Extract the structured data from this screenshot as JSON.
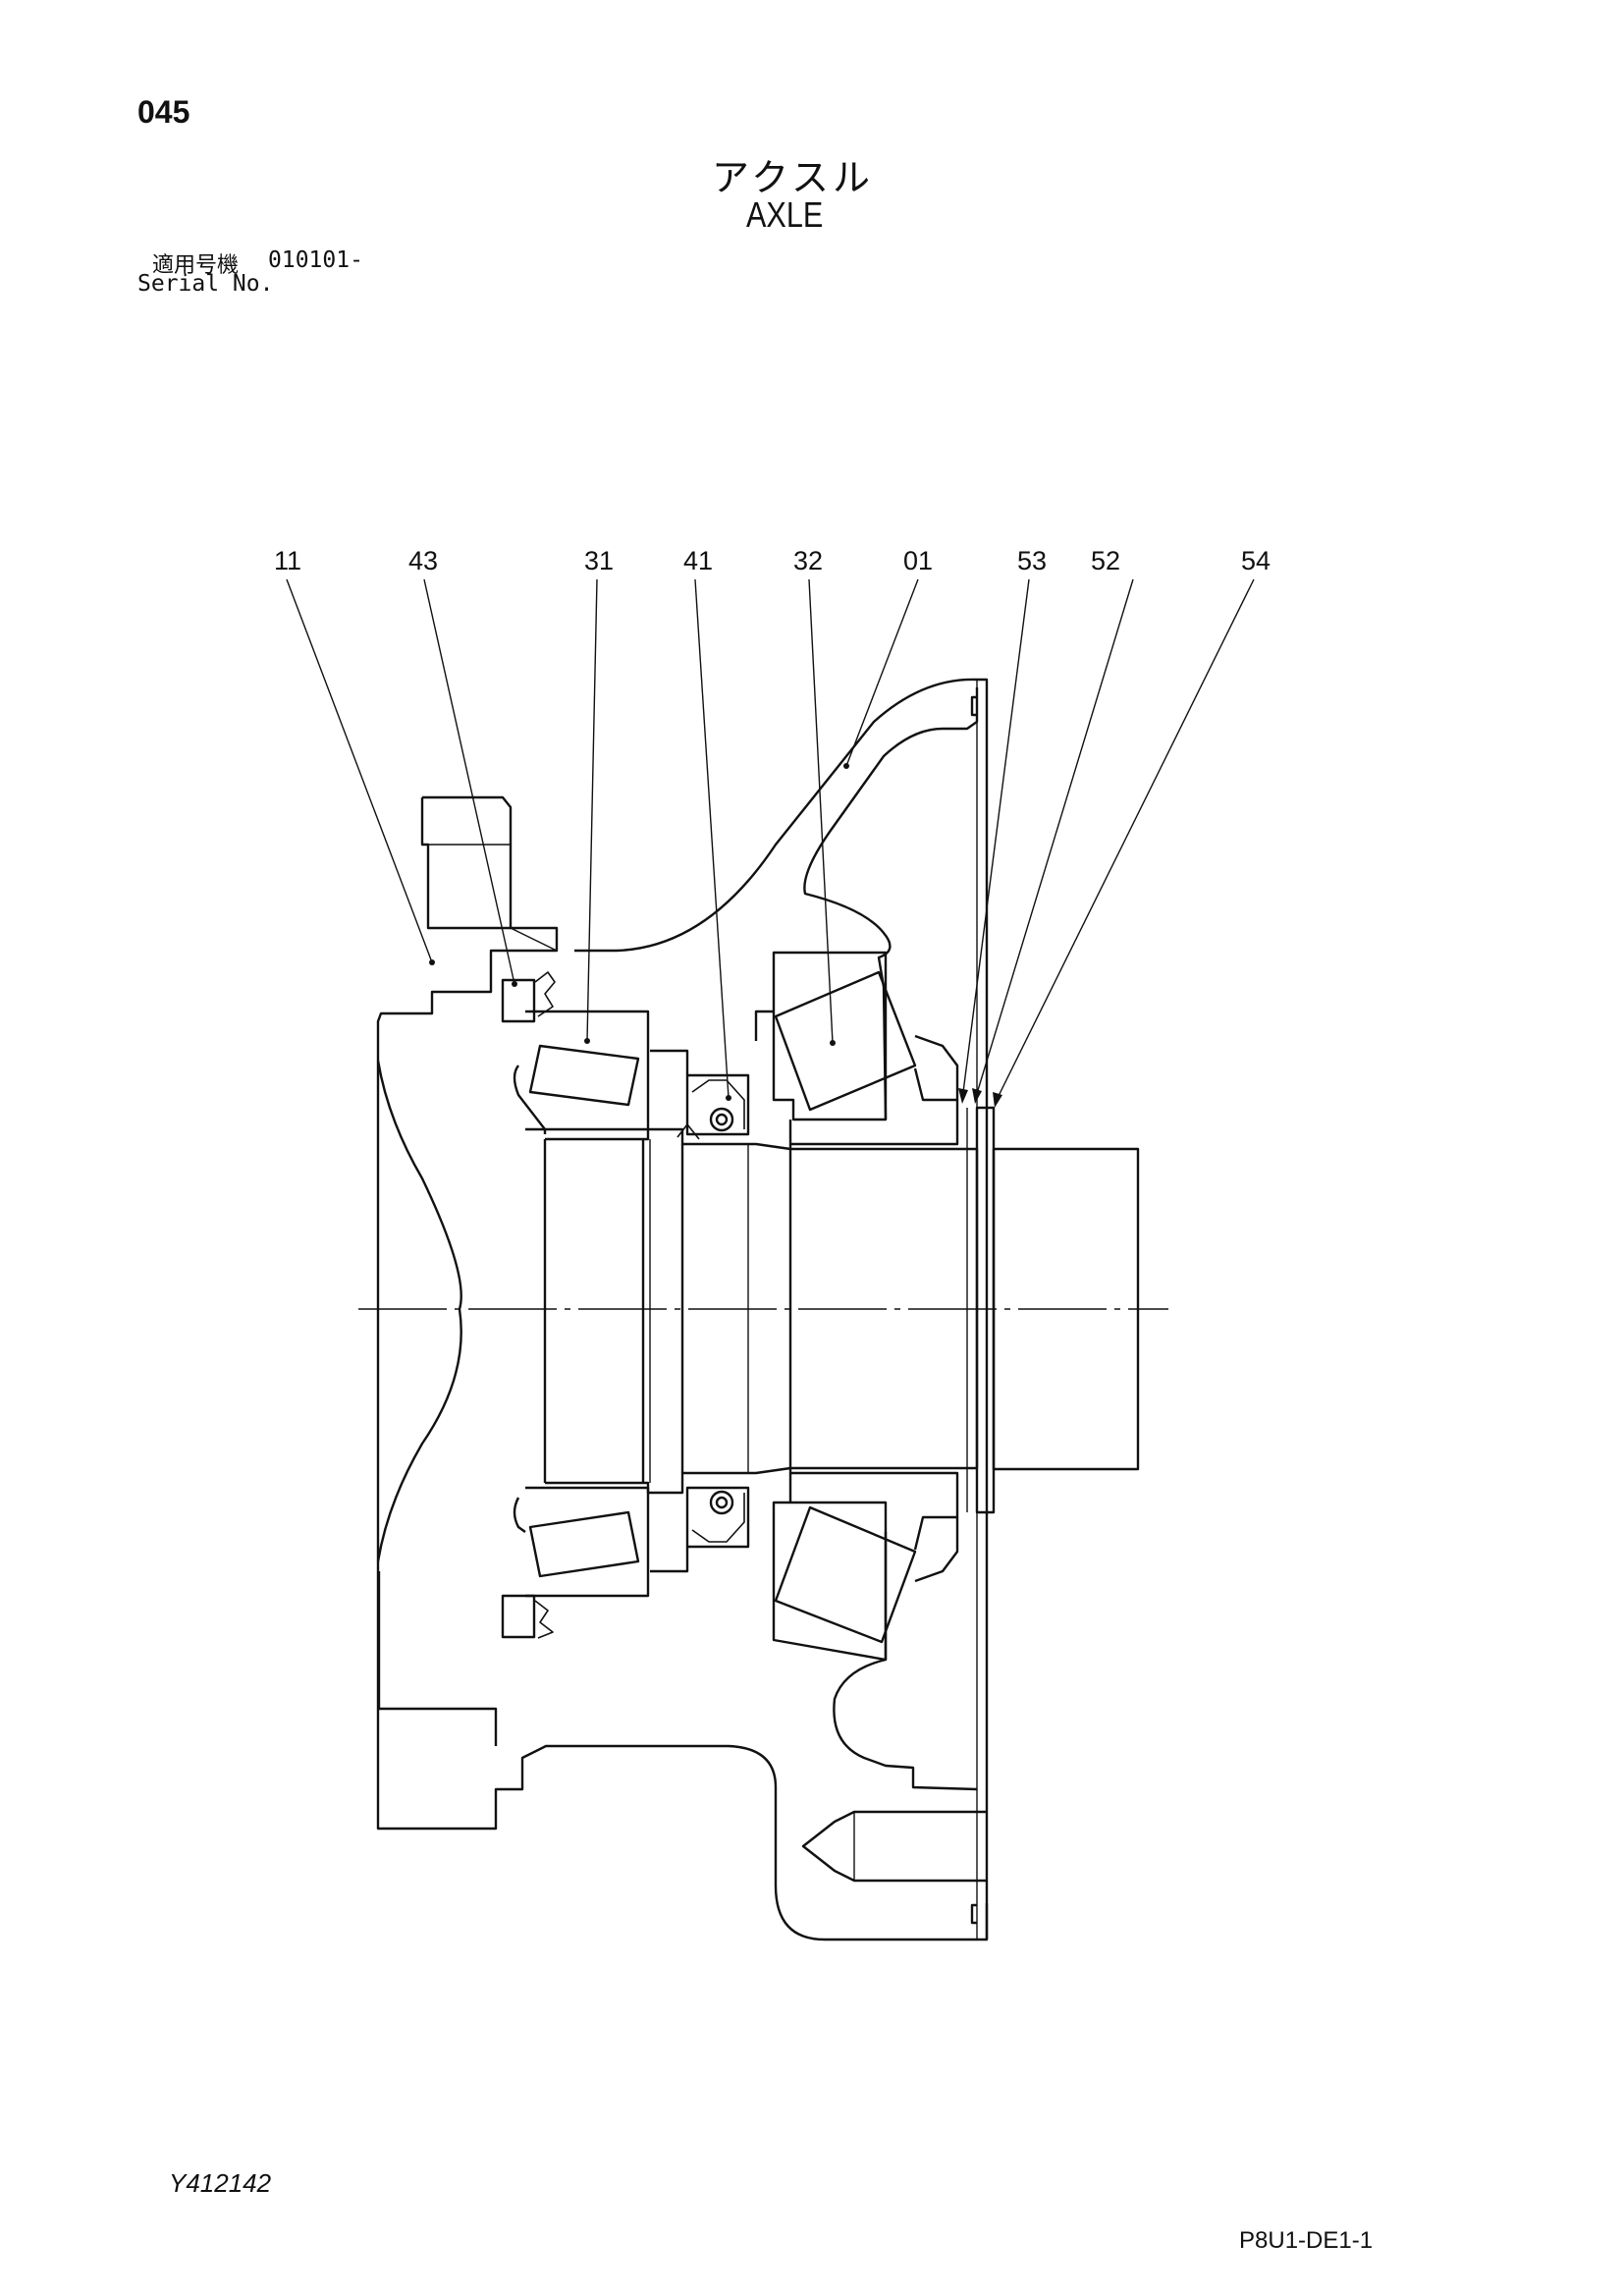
{
  "page": {
    "number": "045",
    "title_jp": "アクスル",
    "title_en": "AXLE"
  },
  "serial": {
    "label_jp": "適用号機",
    "value": "010101-",
    "label_en": "Serial No."
  },
  "callouts": [
    {
      "id": "11"
    },
    {
      "id": "43"
    },
    {
      "id": "31"
    },
    {
      "id": "41"
    },
    {
      "id": "32"
    },
    {
      "id": "01"
    },
    {
      "id": "53"
    },
    {
      "id": "52"
    },
    {
      "id": "54"
    }
  ],
  "footer": {
    "figure_code": "Y412142",
    "doc_code": "P8U1-DE1-1"
  }
}
